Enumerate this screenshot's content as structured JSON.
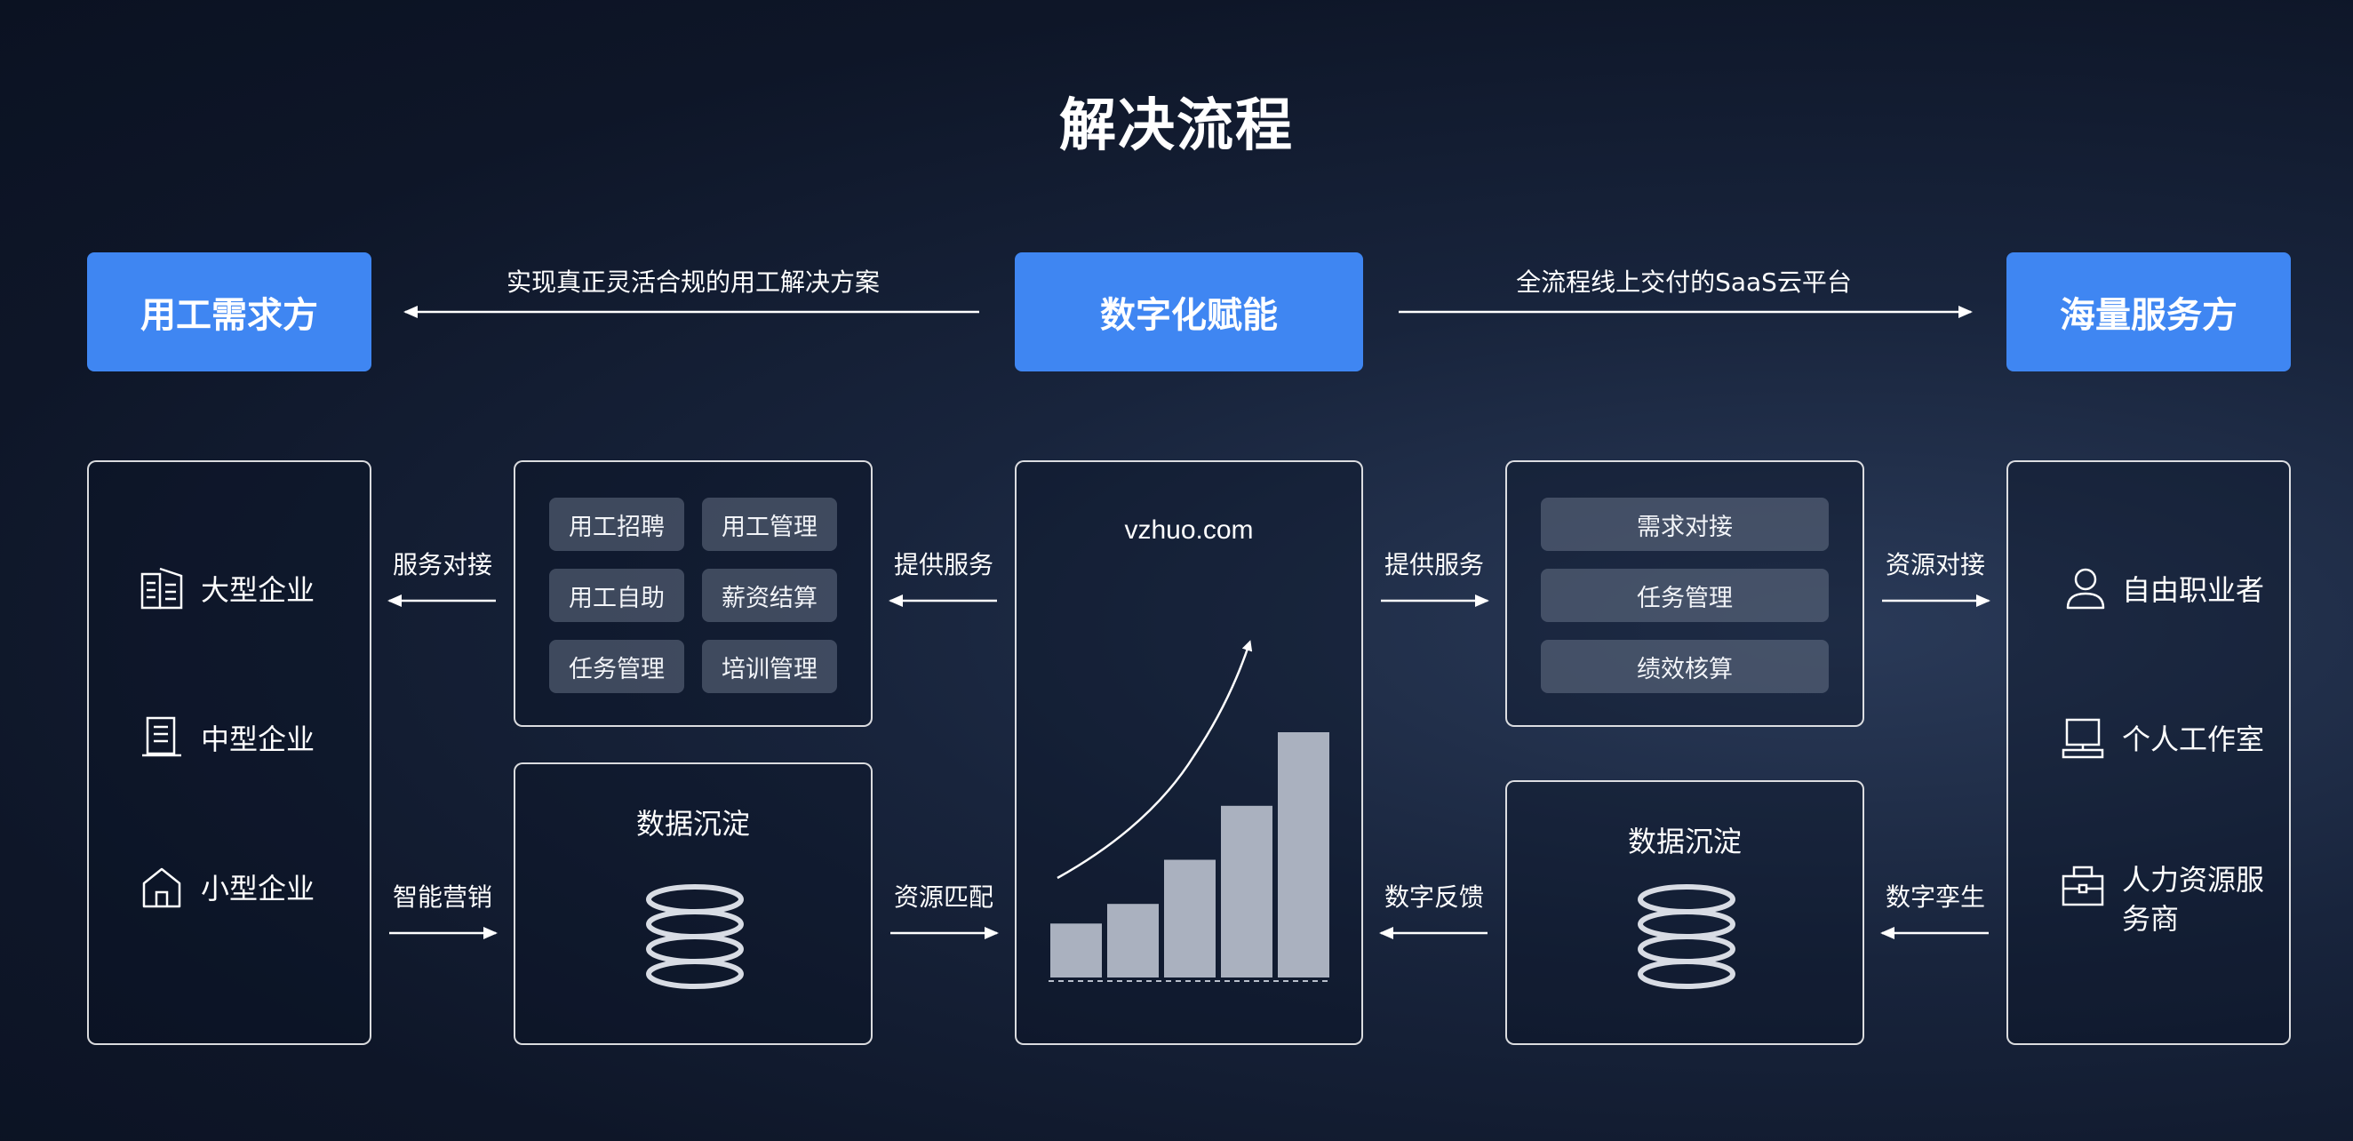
{
  "title": "解决流程",
  "top": {
    "left_box": "用工需求方",
    "center_box": "数字化赋能",
    "right_box": "海量服务方",
    "left_arrow_label": "实现真正灵活合规的用工解决方案",
    "right_arrow_label": "全流程线上交付的SaaS云平台"
  },
  "enterprises": {
    "items": [
      {
        "label": "大型企业",
        "icon": "building-icon"
      },
      {
        "label": "中型企业",
        "icon": "office-icon"
      },
      {
        "label": "小型企业",
        "icon": "house-icon"
      }
    ]
  },
  "connectors": {
    "service_dock": "服务对接",
    "smart_marketing": "智能营销",
    "provide_service_left": "提供服务",
    "resource_match": "资源匹配",
    "provide_service_right": "提供服务",
    "data_feedback": "数字反馈",
    "resource_dock": "资源对接",
    "digital_twin": "数字孪生"
  },
  "services": {
    "chips": [
      "用工招聘",
      "用工管理",
      "用工自助",
      "薪资结算",
      "任务管理",
      "培训管理"
    ]
  },
  "data_left": {
    "title": "数据沉淀",
    "icon": "database-icon"
  },
  "platform": {
    "site": "vzhuo.com",
    "icon": "growth-chart-icon",
    "bars": [
      0.22,
      0.3,
      0.48,
      0.7,
      1.0
    ]
  },
  "tasks": {
    "chips": [
      "需求对接",
      "任务管理",
      "绩效核算"
    ]
  },
  "data_right": {
    "title": "数据沉淀",
    "icon": "database-icon"
  },
  "providers": {
    "items": [
      {
        "label": "自由职业者",
        "icon": "person-icon"
      },
      {
        "label": "个人工作室",
        "icon": "computer-icon"
      },
      {
        "label": "人力资源服务商",
        "icon": "briefcase-icon"
      }
    ]
  },
  "colors": {
    "accent": "#3f86f2",
    "background": "#0e1628",
    "chip": "#5a6478"
  }
}
